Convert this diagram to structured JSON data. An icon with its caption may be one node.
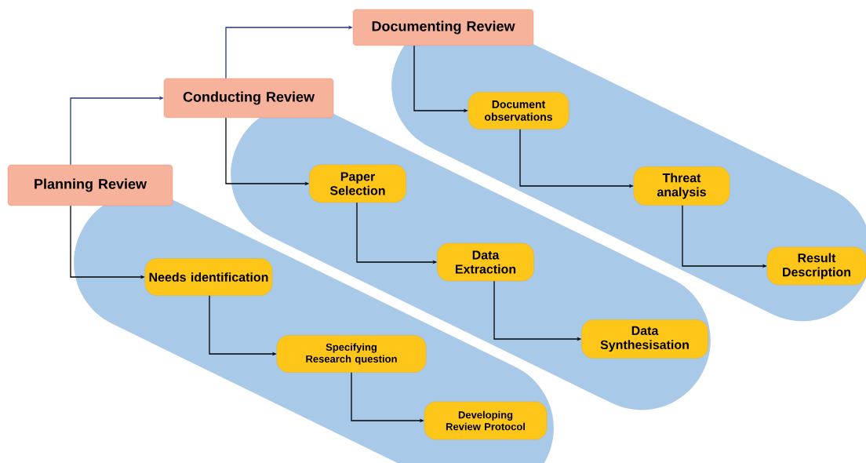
{
  "diagram": {
    "nodes": [
      {
        "text": [
          "Planning Review"
        ]
      },
      {
        "text": [
          "Conducting Review"
        ]
      },
      {
        "text": [
          "Documenting Review"
        ]
      },
      {
        "text": [
          "Needs identification"
        ]
      },
      {
        "text": [
          "Specifying Research question"
        ]
      },
      {
        "text": [
          "Developing Review Protocol"
        ]
      },
      {
        "text": [
          "Paper Selection"
        ]
      },
      {
        "text": [
          "Data Extraction"
        ]
      },
      {
        "text": [
          "Data Synthesisation"
        ]
      },
      {
        "text": [
          "Document observations"
        ]
      },
      {
        "text": [
          "Threat analysis"
        ]
      },
      {
        "text": [
          "Result Description"
        ]
      }
    ],
    "edges": [
      {
        "from": 0,
        "to": 1,
        "arrow": "to",
        "color": "#1f3a7a"
      },
      {
        "from": 1,
        "to": 2,
        "arrow": "to",
        "color": "#1f3a7a"
      },
      {
        "from": 0,
        "to": 3,
        "arrow": "to"
      },
      {
        "from": 3,
        "to": 4,
        "arrow": "to"
      },
      {
        "from": 4,
        "to": 5,
        "arrow": "to"
      },
      {
        "from": 1,
        "to": 6,
        "arrow": "to"
      },
      {
        "from": 6,
        "to": 7,
        "arrow": "to"
      },
      {
        "from": 7,
        "to": 8,
        "arrow": "to"
      },
      {
        "from": 2,
        "to": 9,
        "arrow": "to"
      },
      {
        "from": 9,
        "to": 10,
        "arrow": "to"
      },
      {
        "from": 10,
        "to": 11,
        "arrow": "to"
      }
    ]
  }
}
